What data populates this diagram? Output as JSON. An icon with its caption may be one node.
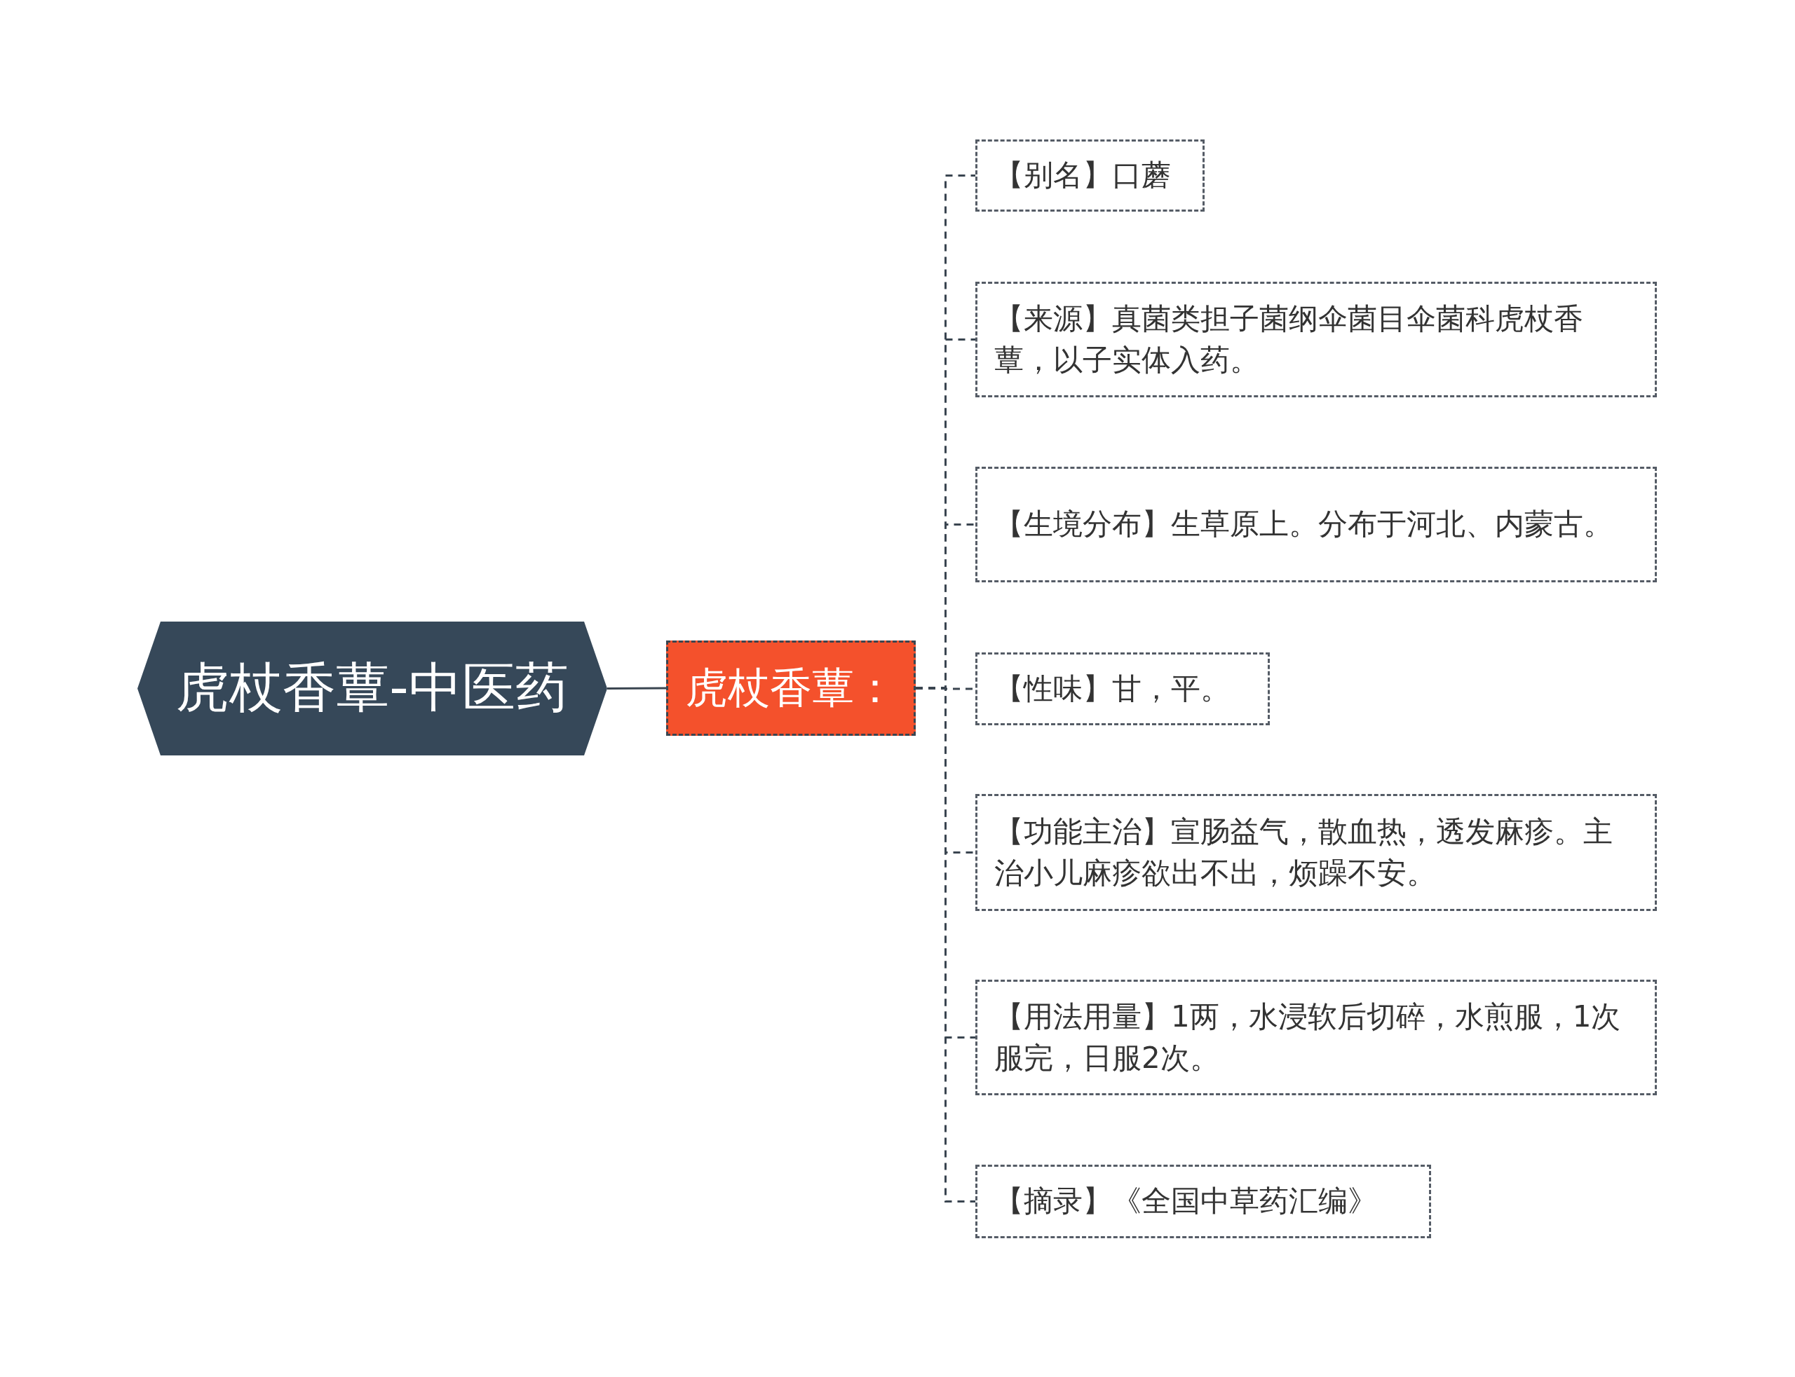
{
  "diagram": {
    "nodes": [
      {
        "text": [
          "虎杖香蕈-中医药"
        ]
      },
      {
        "text": [
          "虎杖香蕈："
        ]
      },
      {
        "text": [
          "【别名】口蘑"
        ]
      },
      {
        "text": [
          "【来源】真菌类担子菌纲伞菌目伞菌科虎杖香蕈，以子实体入药。"
        ]
      },
      {
        "text": [
          "【生境分布】生草原上。分布于河北、内蒙古。"
        ]
      },
      {
        "text": [
          "【性味】甘，平。"
        ]
      },
      {
        "text": [
          "【功能主治】宣肠益气，散血热，透发麻疹。主治小儿麻疹欲出不出，烦躁不安。"
        ]
      },
      {
        "text": [
          "【用法用量】1两，水浸软后切碎，水煎服，1次服完，日服2次。"
        ]
      },
      {
        "text": [
          "【摘录】《全国中草药汇编》"
        ]
      }
    ],
    "edges": [
      {
        "from": 0,
        "to": 1,
        "arrow": "none"
      },
      {
        "from": 1,
        "to": 2,
        "arrow": "none",
        "style": "dashed"
      },
      {
        "from": 1,
        "to": 3,
        "arrow": "none",
        "style": "dashed"
      },
      {
        "from": 1,
        "to": 4,
        "arrow": "none",
        "style": "dashed"
      },
      {
        "from": 1,
        "to": 5,
        "arrow": "none",
        "style": "dashed"
      },
      {
        "from": 1,
        "to": 6,
        "arrow": "none",
        "style": "dashed"
      },
      {
        "from": 1,
        "to": 7,
        "arrow": "none",
        "style": "dashed"
      },
      {
        "from": 1,
        "to": 8,
        "arrow": "none",
        "style": "dashed"
      }
    ]
  }
}
